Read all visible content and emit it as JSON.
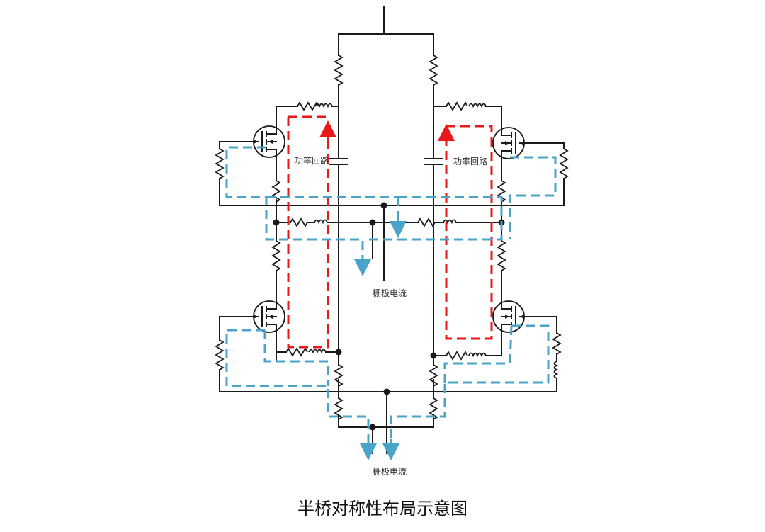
{
  "labels": {
    "power_loop_left": "功率回路",
    "power_loop_right": "功率回路",
    "gate_current_top": "栅极电流",
    "gate_current_bottom": "栅极电流"
  },
  "caption": "半桥对称性布局示意图",
  "colors": {
    "wire": "#1a1a1a",
    "power_loop": "#e8191b",
    "gate_loop": "#4aa3c8"
  }
}
